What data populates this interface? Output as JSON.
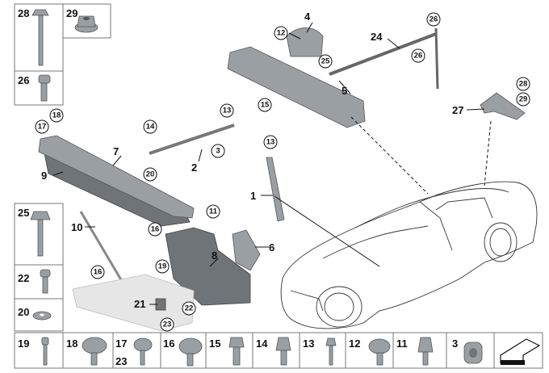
{
  "diagram": {
    "callouts_plain": [
      "4",
      "24",
      "5",
      "27",
      "7",
      "9",
      "2",
      "1",
      "10",
      "8",
      "6",
      "21"
    ],
    "callouts_circled": [
      "12",
      "26",
      "25",
      "26",
      "15",
      "13",
      "14",
      "3",
      "18",
      "17",
      "20",
      "28",
      "29",
      "13",
      "11",
      "16",
      "16",
      "19",
      "22",
      "23"
    ],
    "legend_top": [
      "28",
      "29",
      "26"
    ],
    "legend_left": [
      "25",
      "22",
      "20"
    ],
    "legend_bottom": [
      "19",
      "18",
      "17",
      "23",
      "16",
      "15",
      "14",
      "13",
      "12",
      "11",
      "3"
    ]
  }
}
